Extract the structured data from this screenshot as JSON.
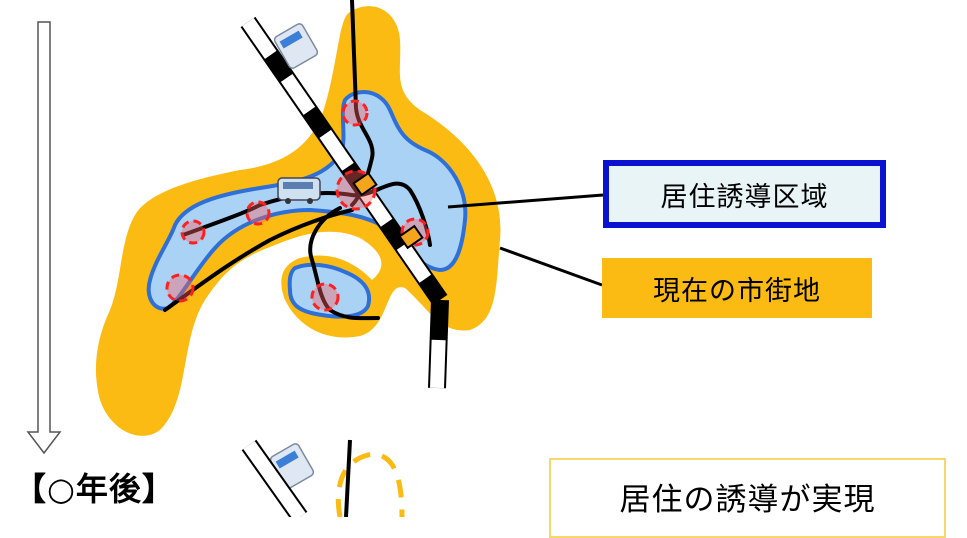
{
  "labels": {
    "residential_area": "居住誘導区域",
    "current_urban_area": "現在の市街地",
    "after_years": "【○年後】",
    "realized": "居住の誘導が実現"
  },
  "colors": {
    "urban_area": "#fbbb12",
    "residential_area_fill": "#a9d2f5",
    "residential_area_outline": "#2f6fd8",
    "box_border": "#0a14d0",
    "base_station_ring": "#ff2020",
    "station": "#f3a51c"
  },
  "icons": {
    "bus": "bus-icon",
    "train": "train-icon"
  }
}
